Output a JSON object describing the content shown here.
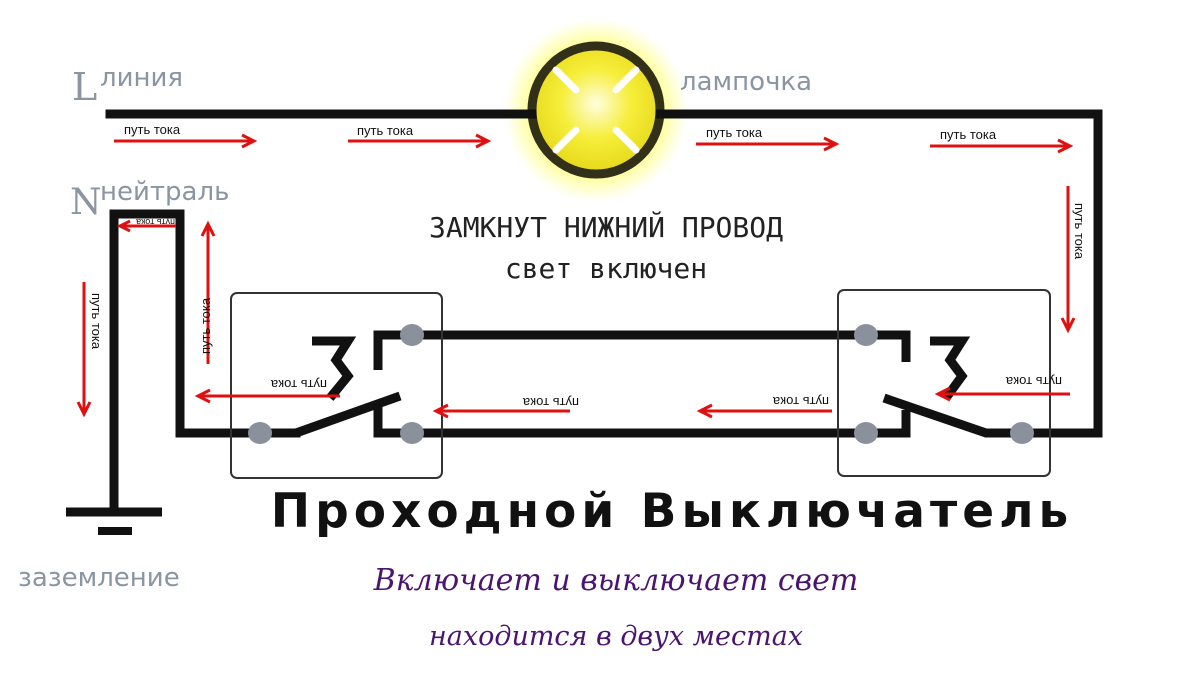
{
  "labels": {
    "line_letter": "L",
    "line": "линия",
    "neutral_letter": "N",
    "neutral": "нейтраль",
    "lamp": "лампочка",
    "ground": "заземление",
    "status_line1": "ЗАМКНУТ НИЖНИЙ ПРОВОД",
    "status_line2": "свет включен",
    "current_path": "путь тока",
    "title": "Проходной Выключатель",
    "subtitle_line1": "Включает и выключает свет",
    "subtitle_line2": "находится в двух местах"
  },
  "colors": {
    "wire": "#111111",
    "arrow": "#e01010",
    "lamp_glow": "#ffff33",
    "lamp_core": "#f2e825",
    "terminal": "#8a909c",
    "label_grey": "#8a95a3",
    "script_purple": "#4a1470"
  },
  "icons": [
    "lamp-icon",
    "ground-icon",
    "switch-icon",
    "current-arrow-icon"
  ]
}
